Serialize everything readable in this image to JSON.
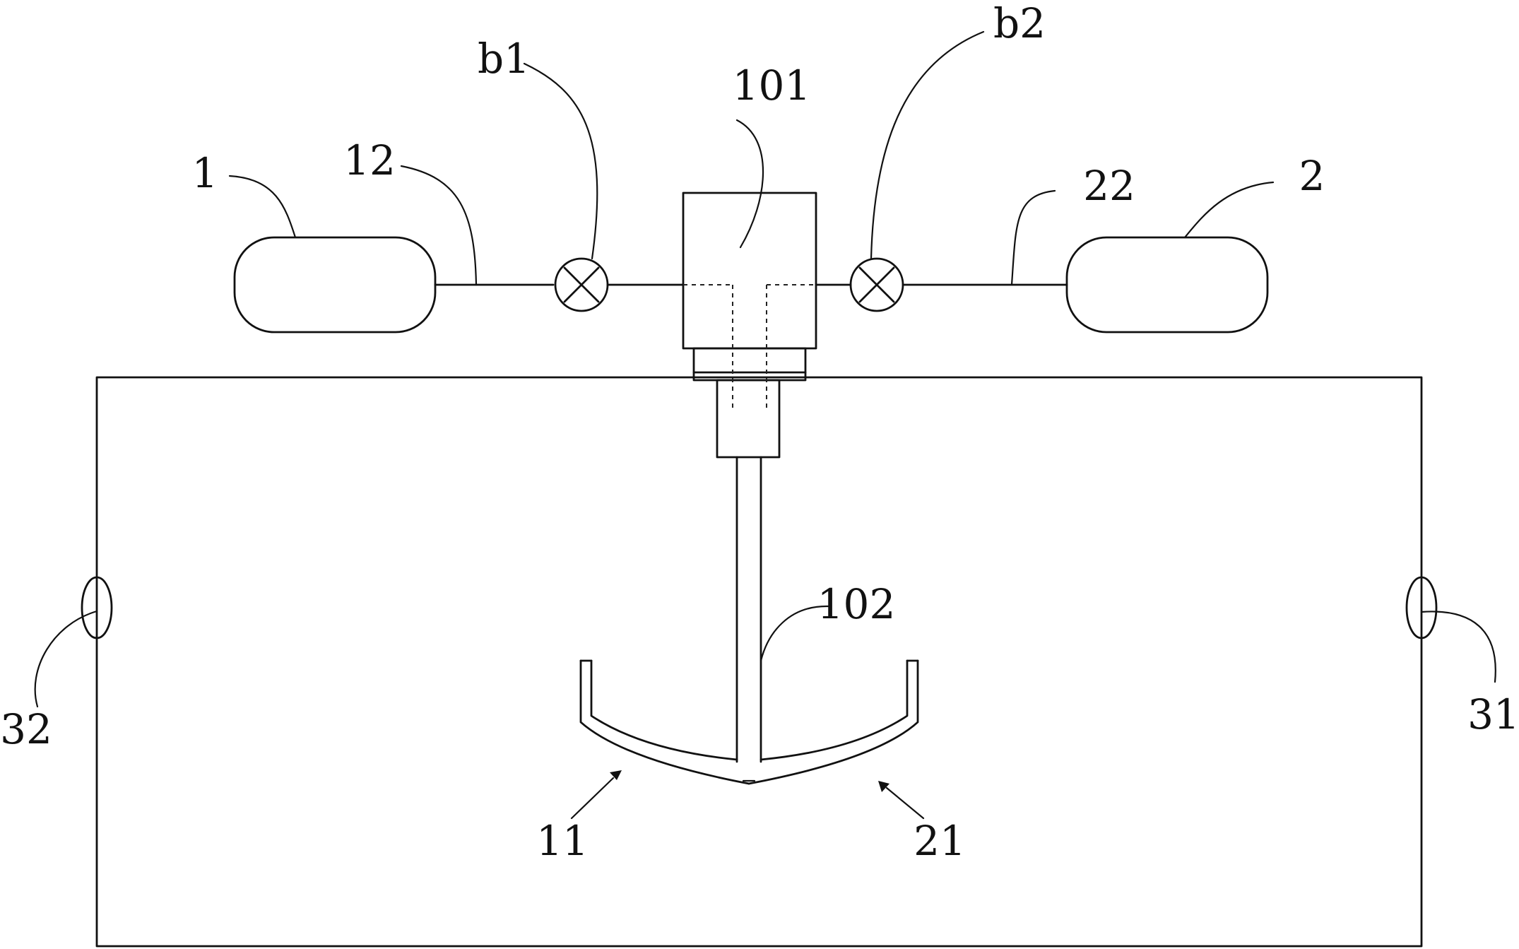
{
  "labels": {
    "l1": "1",
    "l12": "12",
    "lb1": "b1",
    "l101": "101",
    "lb2": "b2",
    "l22": "22",
    "l2": "2",
    "l32": "32",
    "l31": "31",
    "l102": "102",
    "l11": "11",
    "l21": "21"
  },
  "colors": {
    "line": "#111111",
    "dash": "#222222",
    "text": "#111111",
    "fill": "#ffffff"
  }
}
